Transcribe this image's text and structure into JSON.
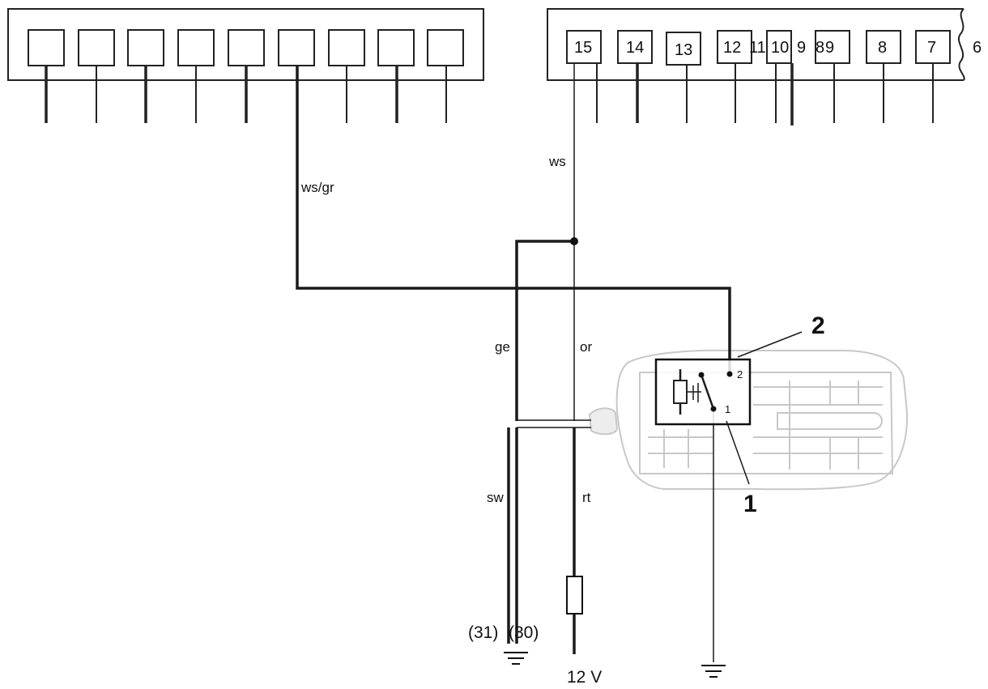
{
  "connector_right": {
    "pins": [
      {
        "label": "15"
      },
      {
        "label": "14"
      },
      {
        "label": "13"
      },
      {
        "label": "12"
      },
      {
        "label": "11"
      },
      {
        "label": "10"
      },
      {
        "label": "9"
      },
      {
        "label": "8"
      },
      {
        "label": "9"
      },
      {
        "label": "8"
      },
      {
        "label": "7"
      },
      {
        "label": "6"
      }
    ]
  },
  "wires": {
    "ws": "ws",
    "ws_gr": "ws/gr",
    "ge": "ge",
    "or": "or",
    "sw": "sw",
    "rt": "rt"
  },
  "relay": {
    "terminal_2": "2",
    "terminal_1": "1"
  },
  "callouts": {
    "c2": "2",
    "c1": "1"
  },
  "terminals": {
    "t31": "(31)",
    "t30": "(30)",
    "supply": "12 V"
  }
}
